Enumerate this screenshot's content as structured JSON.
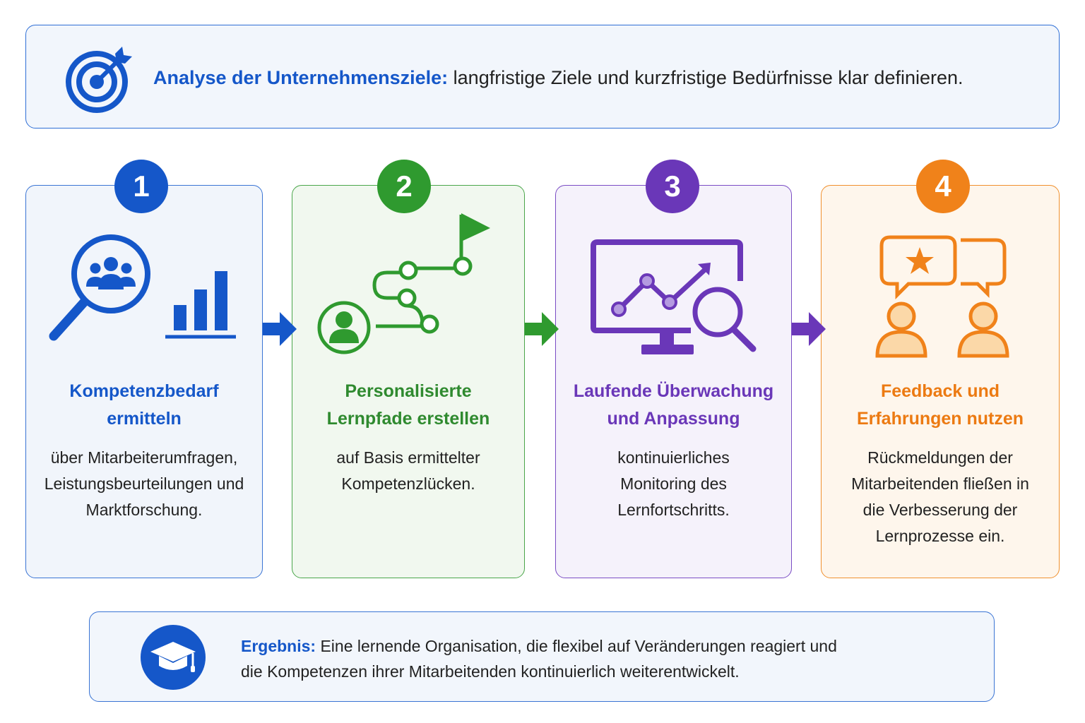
{
  "header": {
    "lead": "Analyse der Unternehmensziele:",
    "text": " langfristige Ziele und kurzfristige Bedürfnisse klar definieren.",
    "icon": "target-icon"
  },
  "steps": [
    {
      "number": "1",
      "title_line1": "Kompetenzbedarf",
      "title_line2": "ermitteln",
      "desc_line1": "über Mitarbeiterumfragen,",
      "desc_line2": "Leistungsbeurteilungen und",
      "desc_line3": "Marktforschung.",
      "desc_line4": "",
      "icon": "magnifier-people-chart-icon",
      "color": "#1557c9"
    },
    {
      "number": "2",
      "title_line1": "Personalisierte",
      "title_line2": "Lernpfade erstellen",
      "desc_line1": "auf Basis ermittelter",
      "desc_line2": "Kompetenzlücken.",
      "desc_line3": "",
      "desc_line4": "",
      "icon": "learning-path-flag-icon",
      "color": "#2f9a2f"
    },
    {
      "number": "3",
      "title_line1": "Laufende Überwachung",
      "title_line2": "und Anpassung",
      "desc_line1": "kontinuierliches",
      "desc_line2": "Monitoring des",
      "desc_line3": "Lernfortschritts.",
      "desc_line4": "",
      "icon": "monitor-trend-magnifier-icon",
      "color": "#6a37b8"
    },
    {
      "number": "4",
      "title_line1": "Feedback und",
      "title_line2": "Erfahrungen nutzen",
      "desc_line1": "Rückmeldungen der",
      "desc_line2": "Mitarbeitenden fließen in",
      "desc_line3": "die Verbesserung der",
      "desc_line4": "Lernprozesse ein.",
      "icon": "feedback-speech-bubbles-icon",
      "color": "#f0821a"
    }
  ],
  "result": {
    "lead": "Ergebnis:",
    "line1": " Eine lernende Organisation, die flexibel auf Veränderungen reagiert und",
    "line2": "die Kompetenzen ihrer Mitarbeitenden kontinuierlich weiterentwickelt.",
    "icon": "graduation-cap-icon"
  }
}
